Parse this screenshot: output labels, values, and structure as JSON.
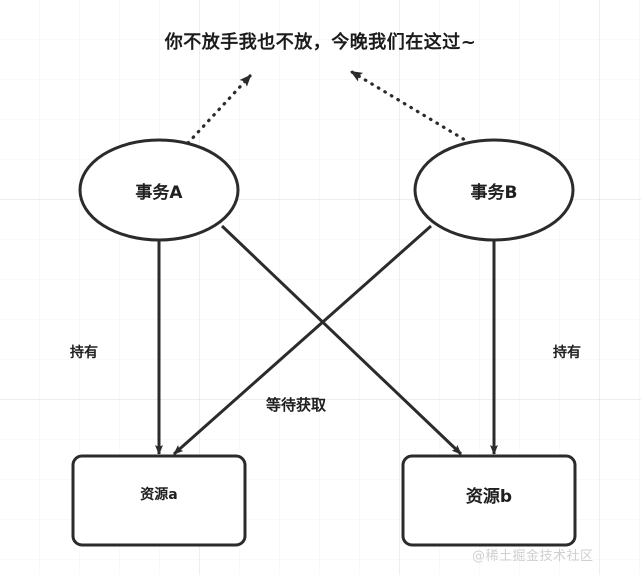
{
  "diagram": {
    "title": "你不放手我也不放，今晚我们在这过~",
    "nodes": {
      "transaction_a": "事务A",
      "transaction_b": "事务B",
      "resource_a": "资源a",
      "resource_b": "资源b"
    },
    "edge_labels": {
      "hold_left": "持有",
      "hold_right": "持有",
      "wait_acquire": "等待获取"
    },
    "watermark": "@稀土掘金技术社区",
    "colors": {
      "stroke": "#2b2b2b",
      "text": "#1f1f1f",
      "node_fill": "#ffffff",
      "grid": "#f0f0f0",
      "watermark": "#cfcfcf"
    }
  }
}
